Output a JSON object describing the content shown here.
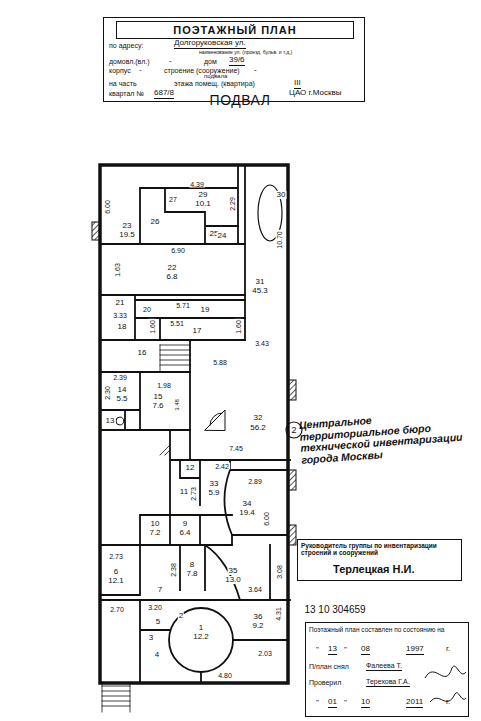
{
  "diagram": {
    "title": "ПОДВАЛ",
    "nodes": [
      {
        "text": [
          "ПОЭТАЖНЫЙ ПЛАН",
          "по адресу:",
          "Долгоруковская ул.",
          "наименование ул. (проезд, бульв. и т.д.)",
          "домовл.(вл.)",
          "-",
          "дом",
          "39/6",
          "корпус",
          "-",
          "строение (сооружение)",
          "-",
          "подвала",
          "на часть",
          "этажа помещ. (квартира)",
          "III",
          "квартал №",
          "687/8",
          "ЦАО г.Москвы"
        ]
      },
      {
        "text": [
          "Центральное территориальное бюро технической инвентаризации города Москвы"
        ]
      },
      {
        "text": [
          "Руководитель группы по инвентаризации строений и сооружений",
          "Терлецкая Н.И."
        ]
      },
      {
        "text": [
          "Поэтажный план составлен по состоянию на",
          "\"",
          "13",
          "\"",
          "08",
          "1997",
          "г.",
          "П/план снял",
          "Фалеева Т.",
          "Проверил",
          "Терехова Г.А.",
          "\"",
          "01",
          "\"",
          "10",
          "2011",
          "г."
        ]
      }
    ],
    "labels": [
      "4.39",
      "29",
      "10.1",
      "2.29",
      "30",
      "27",
      "26",
      "6.00",
      "23",
      "19.5",
      "25",
      "24",
      "6.90",
      "10.70",
      "1.63",
      "22",
      "6.8",
      "31",
      "45.3",
      "21",
      "20",
      "5.71",
      "19",
      "3.33",
      "18",
      "1.60",
      "5.51",
      "17",
      "1.60",
      "3.43",
      "16",
      "5.88",
      "2.39",
      "1.98",
      "2.30",
      "14",
      "5.5",
      "15",
      "7.6",
      "3.48",
      "13",
      "32",
      "56.2",
      "7.45",
      "12",
      "2.42",
      "11",
      "2.73",
      "33",
      "5.9",
      "2.89",
      "34",
      "19.4",
      "6.00",
      "10",
      "7.2",
      "9",
      "6.4",
      "2.73",
      "6",
      "12.1",
      "2.38",
      "8",
      "7.8",
      "35",
      "13.0",
      "3.08",
      "3.64",
      "7",
      "2.70",
      "3.20",
      "2",
      "5",
      "3",
      "4",
      "1",
      "12.2",
      "36",
      "9.2",
      "4.31",
      "2.03",
      "4.80",
      "2",
      "13 10 304659"
    ]
  }
}
